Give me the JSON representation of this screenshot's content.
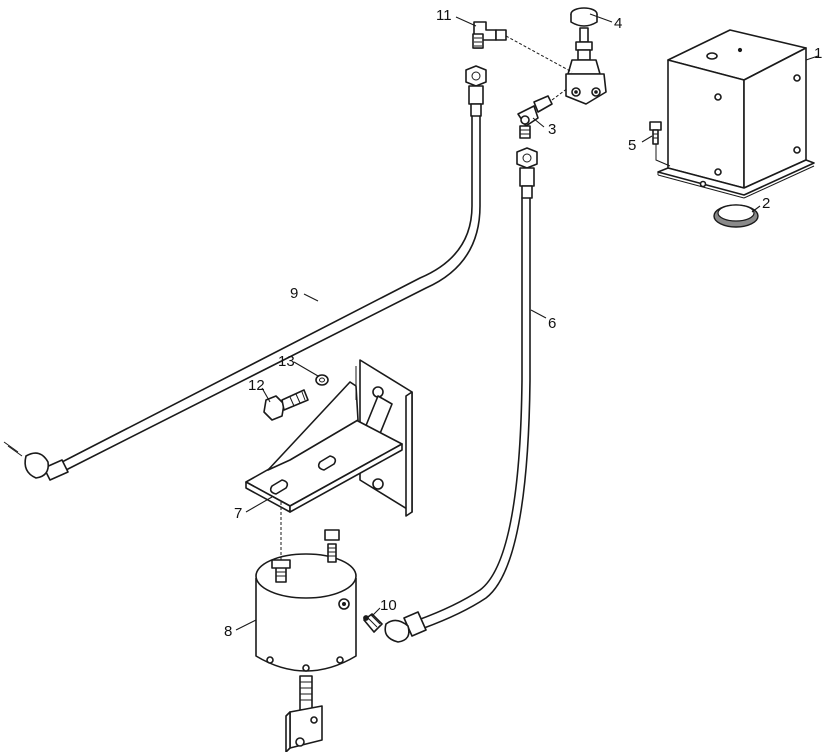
{
  "callouts": [
    {
      "id": "1",
      "part": "cover-box"
    },
    {
      "id": "2",
      "part": "seal-ring"
    },
    {
      "id": "3",
      "part": "elbow-fitting"
    },
    {
      "id": "4",
      "part": "control-valve"
    },
    {
      "id": "5",
      "part": "bolt"
    },
    {
      "id": "6",
      "part": "hose"
    },
    {
      "id": "7",
      "part": "bracket"
    },
    {
      "id": "8",
      "part": "cylinder"
    },
    {
      "id": "9",
      "part": "hose"
    },
    {
      "id": "10",
      "part": "fitting"
    },
    {
      "id": "11",
      "part": "elbow-fitting"
    },
    {
      "id": "12",
      "part": "bolt"
    },
    {
      "id": "13",
      "part": "washer"
    }
  ]
}
